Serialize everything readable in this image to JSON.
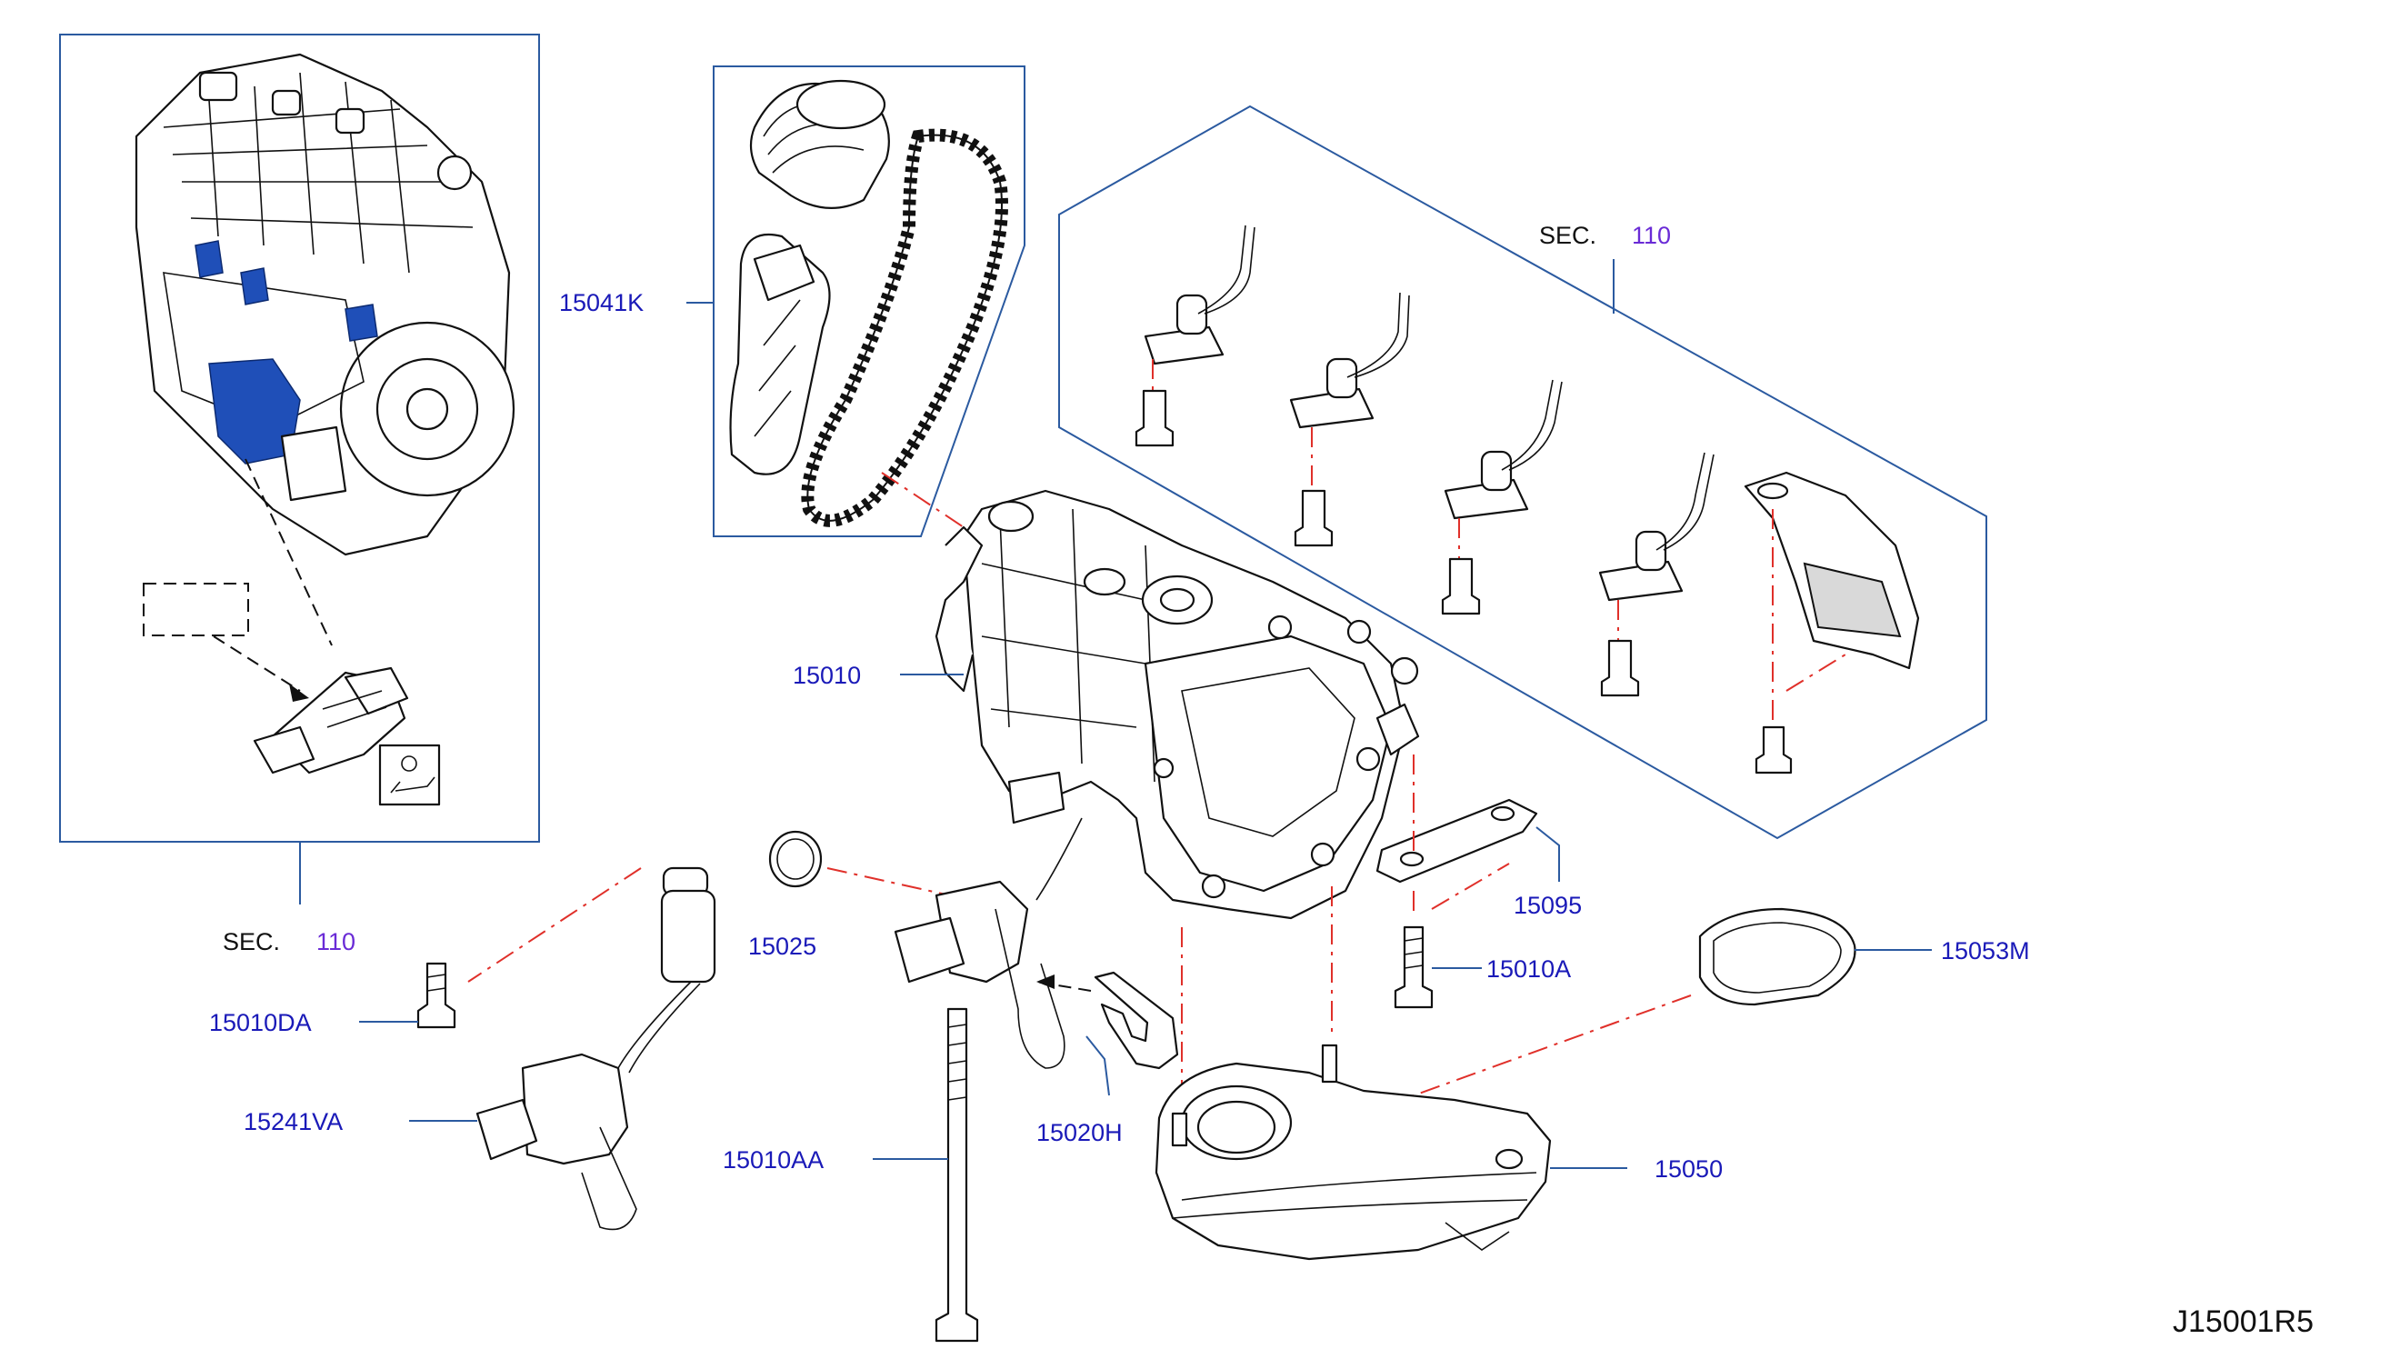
{
  "diagram_code": "J15001R5",
  "sections": [
    {
      "prefix": "SEC.",
      "number": "110"
    },
    {
      "prefix": "SEC.",
      "number": "110"
    }
  ],
  "labels": {
    "chain": "15041K",
    "pump": "15010",
    "bracket": "15095",
    "bolt_a": "15010A",
    "gasket": "15053M",
    "strainer": "15050",
    "oring": "15025",
    "clip": "15020H",
    "long_bolt": "15010AA",
    "small_bolt": "15010DA",
    "solenoid": "15241VA"
  },
  "colors": {
    "label_blue": "#1a1ab8",
    "section_purple": "#6a2bd6",
    "frame_blue": "#2b5aa0",
    "dash_red": "#e0302a",
    "engine_highlight": "#1f4fb8"
  }
}
